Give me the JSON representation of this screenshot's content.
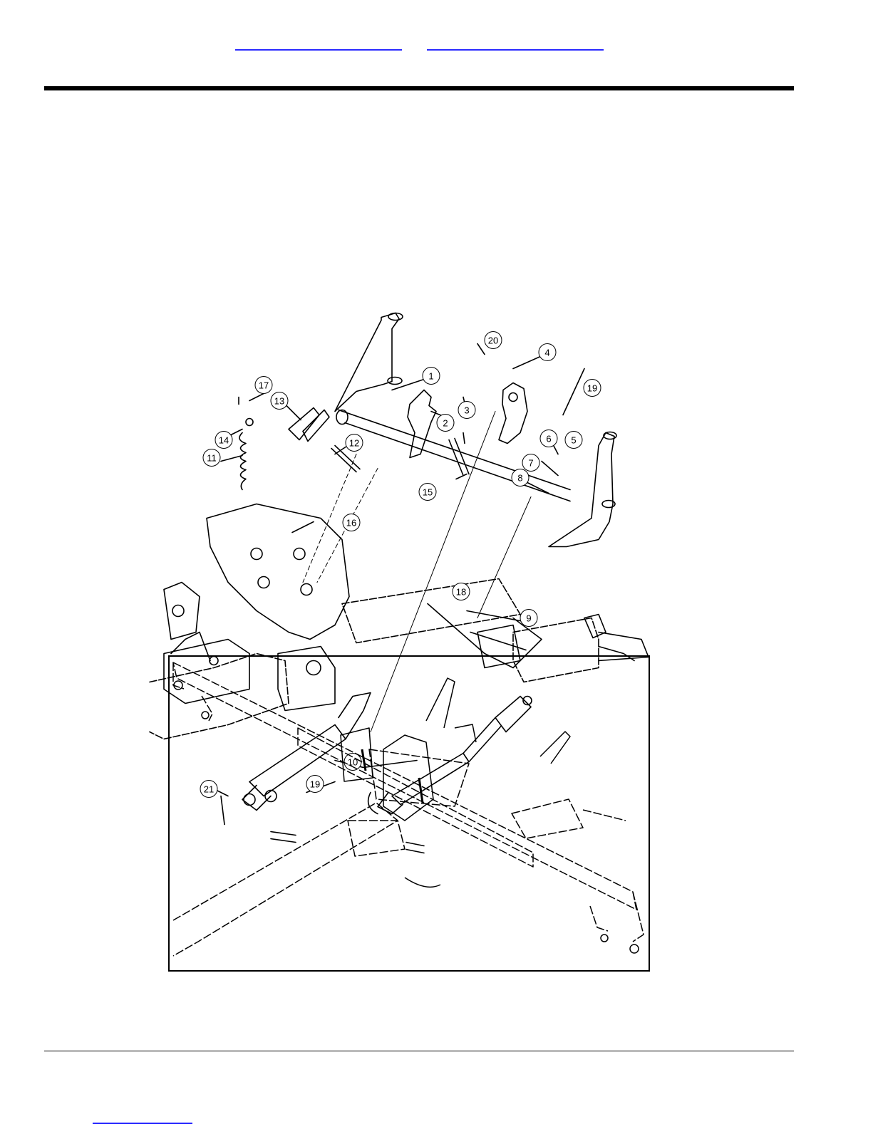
{
  "header": {
    "link_left": "",
    "link_right": ""
  },
  "footer": {
    "link": ""
  },
  "callouts": [
    "1",
    "2",
    "3",
    "4",
    "5",
    "6",
    "7",
    "8",
    "9",
    "10",
    "11",
    "12",
    "13",
    "14",
    "15",
    "16",
    "17",
    "18",
    "19",
    "19",
    "20",
    "21"
  ]
}
